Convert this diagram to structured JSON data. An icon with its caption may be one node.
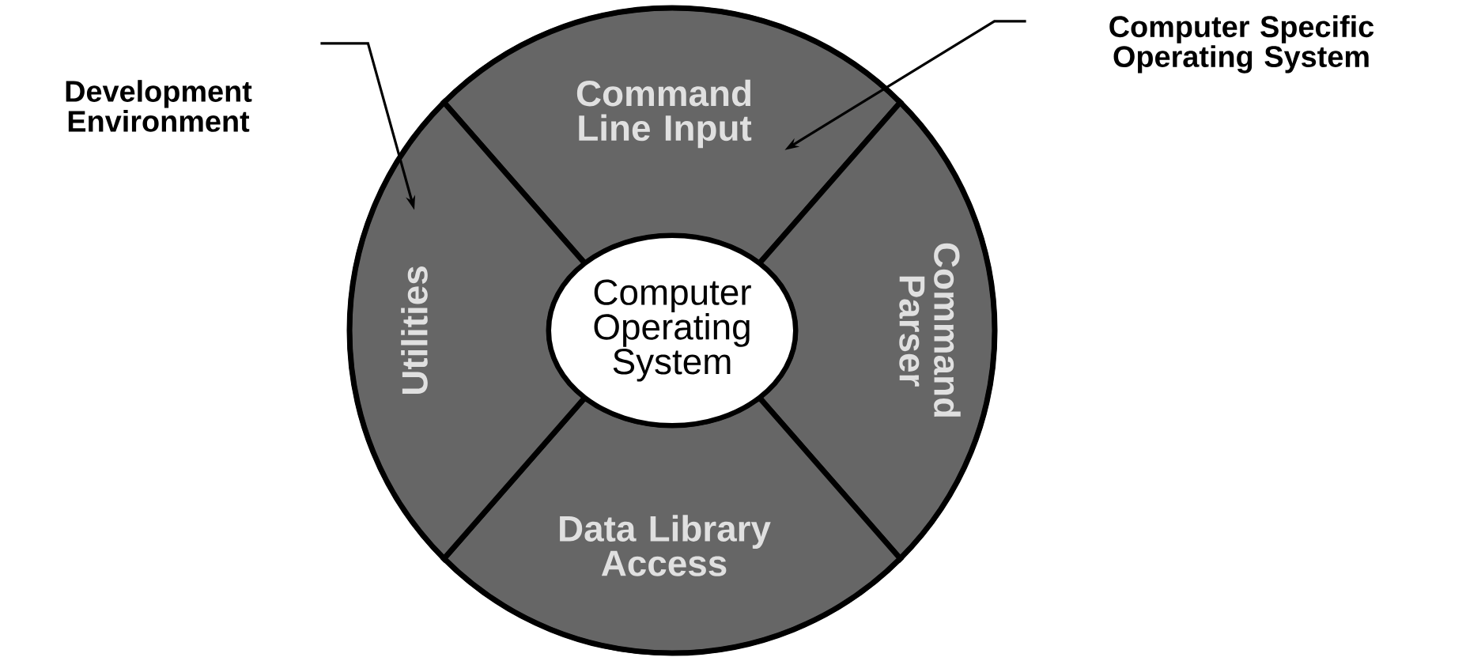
{
  "diagram": {
    "nodes": [
      {
        "text": [
          "Development Environment"
        ]
      },
      {
        "text": [
          "Computer Specific Operating System"
        ]
      },
      {
        "text": [
          "Command Line Input"
        ]
      },
      {
        "text": [
          "Command Parser"
        ]
      },
      {
        "text": [
          "Data Library Access"
        ]
      },
      {
        "text": [
          "Utilities"
        ]
      },
      {
        "text": [
          "Computer Operating System"
        ]
      }
    ],
    "edges": [
      {
        "from": 0,
        "to": 5,
        "arrow": "to"
      },
      {
        "from": 1,
        "to": 2,
        "arrow": "to"
      }
    ]
  }
}
